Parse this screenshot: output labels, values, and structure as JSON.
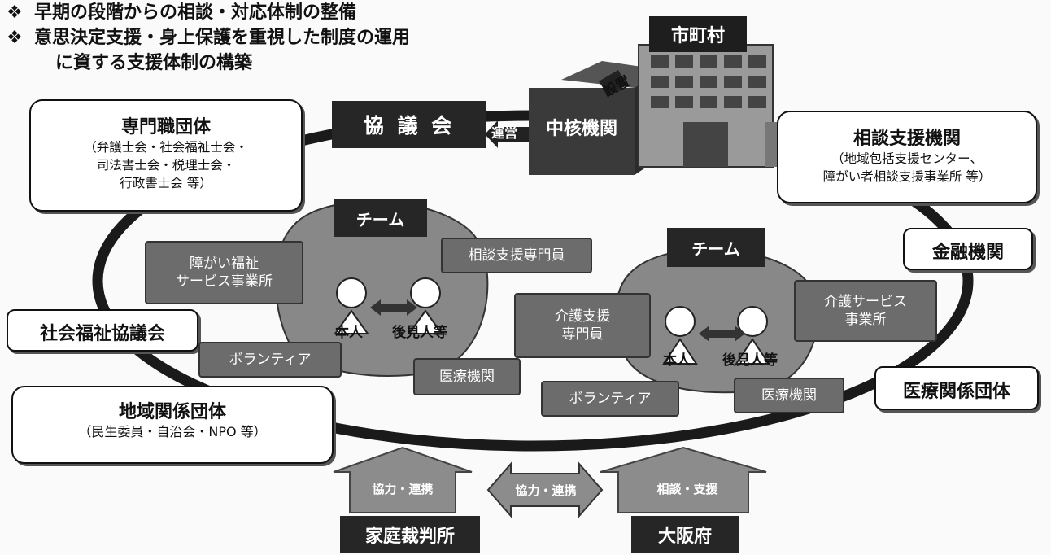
{
  "bullets": {
    "mark": "❖",
    "line1": "早期の段階からの相談・対応体制の整備",
    "line2": "意思決定支援・身上保護を重視した制度の運用",
    "line2_cont": "に資する支援体制の構築"
  },
  "municipality": {
    "label": "市町村"
  },
  "setup_label": "設置",
  "core_agency": {
    "label": "中核機関"
  },
  "operation_label": "運営",
  "council": {
    "label": "協 議 会"
  },
  "professional_groups": {
    "title": "専門職団体",
    "line1": "（弁護士会・社会福祉士会・",
    "line2": "司法書士会・税理士会・",
    "line3": "行政書士会 等）"
  },
  "consultation_agencies": {
    "title": "相談支援機関",
    "line1": "（地域包括支援センター、",
    "line2": "障がい者相談支援事業所 等）"
  },
  "financial_institutions": {
    "label": "金融機関"
  },
  "social_welfare_council": {
    "label": "社会福祉協議会"
  },
  "medical_groups": {
    "label": "医療関係団体"
  },
  "community_groups": {
    "title": "地域関係団体",
    "line1": "（民生委員・自治会・NPO 等）"
  },
  "team_left": {
    "label": "チーム",
    "disability_services": "障がい福祉\nサービス事業所",
    "consultation_specialist": "相談支援専門員",
    "person": "本人",
    "guardian": "後見人等",
    "volunteer": "ボランティア",
    "medical": "医療機関"
  },
  "team_right": {
    "label": "チーム",
    "care_manager": "介護支援\n専門員",
    "care_services": "介護サービス\n事業所",
    "person": "本人",
    "guardian": "後見人等",
    "volunteer": "ボランティア",
    "medical": "医療機関"
  },
  "bottom": {
    "arrow_left": "協力・連携",
    "arrow_middle": "協力・連携",
    "arrow_right": "相談・支援",
    "family_court": "家庭裁判所",
    "osaka_pref": "大阪府"
  }
}
